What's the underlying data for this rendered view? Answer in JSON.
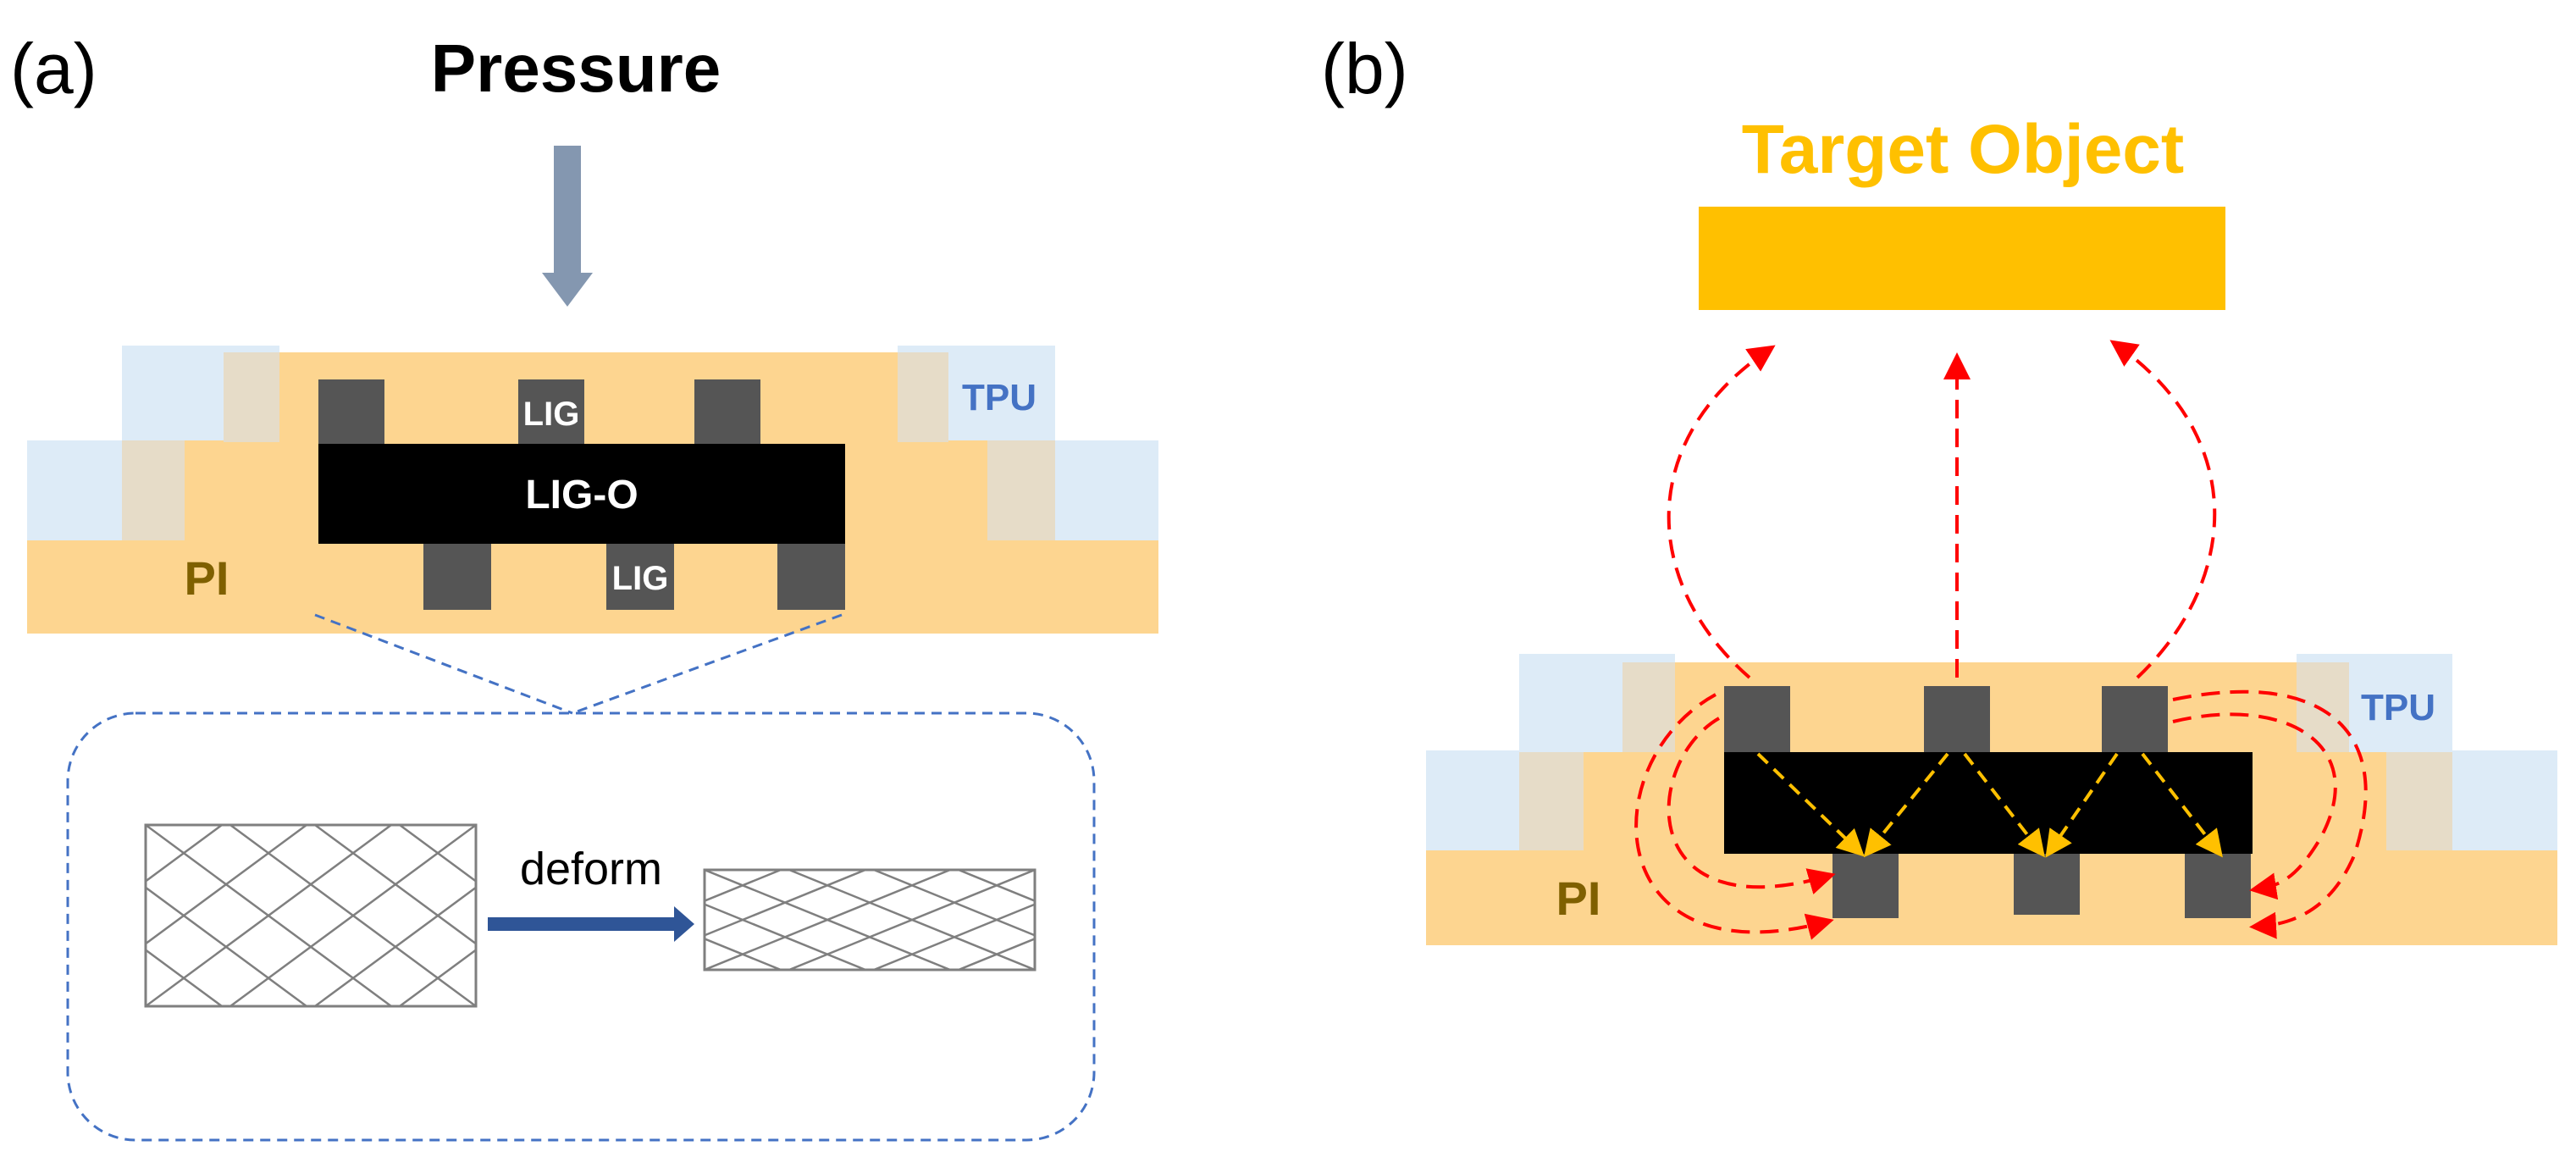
{
  "panel_a": {
    "label": "(a)",
    "pressure": "Pressure",
    "lig_top": "LIG",
    "lig_o": "LIG-O",
    "lig_bottom": "LIG",
    "tpu": "TPU",
    "pi": "PI",
    "deform": "deform"
  },
  "panel_b": {
    "label": "(b)",
    "target_object": "Target Object",
    "tpu": "TPU",
    "pi": "PI"
  },
  "colors": {
    "pi": "#FDD590",
    "tpu_light": "#DDEBF7",
    "tpu_overlap": "#E6DCC8",
    "electrode": "#555555",
    "lig_o": "#000000",
    "pressure_arrow": "#8497B0",
    "deform_arrow": "#2F5597",
    "target": "#FFC000",
    "field_red": "#FF0000",
    "field_yellow": "#FFC000",
    "tpu_text": "#4472C4",
    "pi_text": "#7F6000"
  }
}
